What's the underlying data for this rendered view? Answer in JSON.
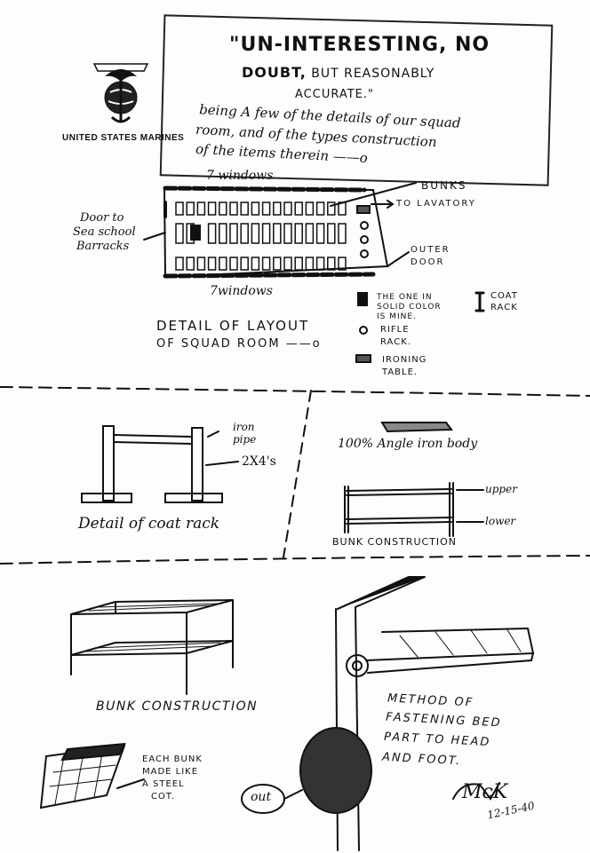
{
  "header": {
    "org_label": "UNITED STATES MARINES",
    "emblem_icon": "eagle-globe-anchor-icon",
    "title_line1": "\"UN-INTERESTING, NO",
    "title_line2a": "DOUBT,",
    "title_line2b": "BUT REASONABLY",
    "title_line3": "ACCURATE.\"",
    "desc_line1": "being A few of the details of our squad",
    "desc_line2": "room, and of the types construction",
    "desc_line3": "of the items therein ——o"
  },
  "layout": {
    "top_windows": "7 windows",
    "bottom_windows": "7windows",
    "door_label_1": "Door to",
    "door_label_2": "Sea school",
    "door_label_3": "Barracks",
    "bunks_label": "BUNKS",
    "lavatory_label": "TO LAVATORY",
    "outer_door_1": "OUTER",
    "outer_door_2": "DOOR",
    "detail_title_1": "DETAIL OF LAYOUT",
    "detail_title_2": "OF SQUAD ROOM ——o",
    "legend": {
      "mine_1": "THE ONE IN",
      "mine_2": "SOLID COLOR",
      "mine_3": "IS MINE.",
      "coat_1": "COAT",
      "coat_2": "RACK",
      "rifle_1": "RIFLE",
      "rifle_2": "RACK.",
      "ironing_1": "IRONING",
      "ironing_2": "TABLE."
    }
  },
  "coat_rack": {
    "iron_pipe_1": "iron",
    "iron_pipe_2": "pipe",
    "lumber": "2X4's",
    "caption": "Detail of coat rack"
  },
  "bunk_frame": {
    "body_label": "100% Angle iron body",
    "upper_label": "upper",
    "lower_label": "lower",
    "caption": "BUNK CONSTRUCTION"
  },
  "bottom": {
    "bunk_caption": "BUNK CONSTRUCTION",
    "steel_cot_1": "EACH BUNK",
    "steel_cot_2": "MADE LIKE",
    "steel_cot_3": "A STEEL",
    "steel_cot_4": "COT.",
    "method_1": "METHOD OF",
    "method_2": "FASTENING BED",
    "method_3": "PART TO HEAD",
    "method_4": "AND FOOT.",
    "out_label": "out",
    "signature": "McK",
    "date": "12-15-40"
  }
}
